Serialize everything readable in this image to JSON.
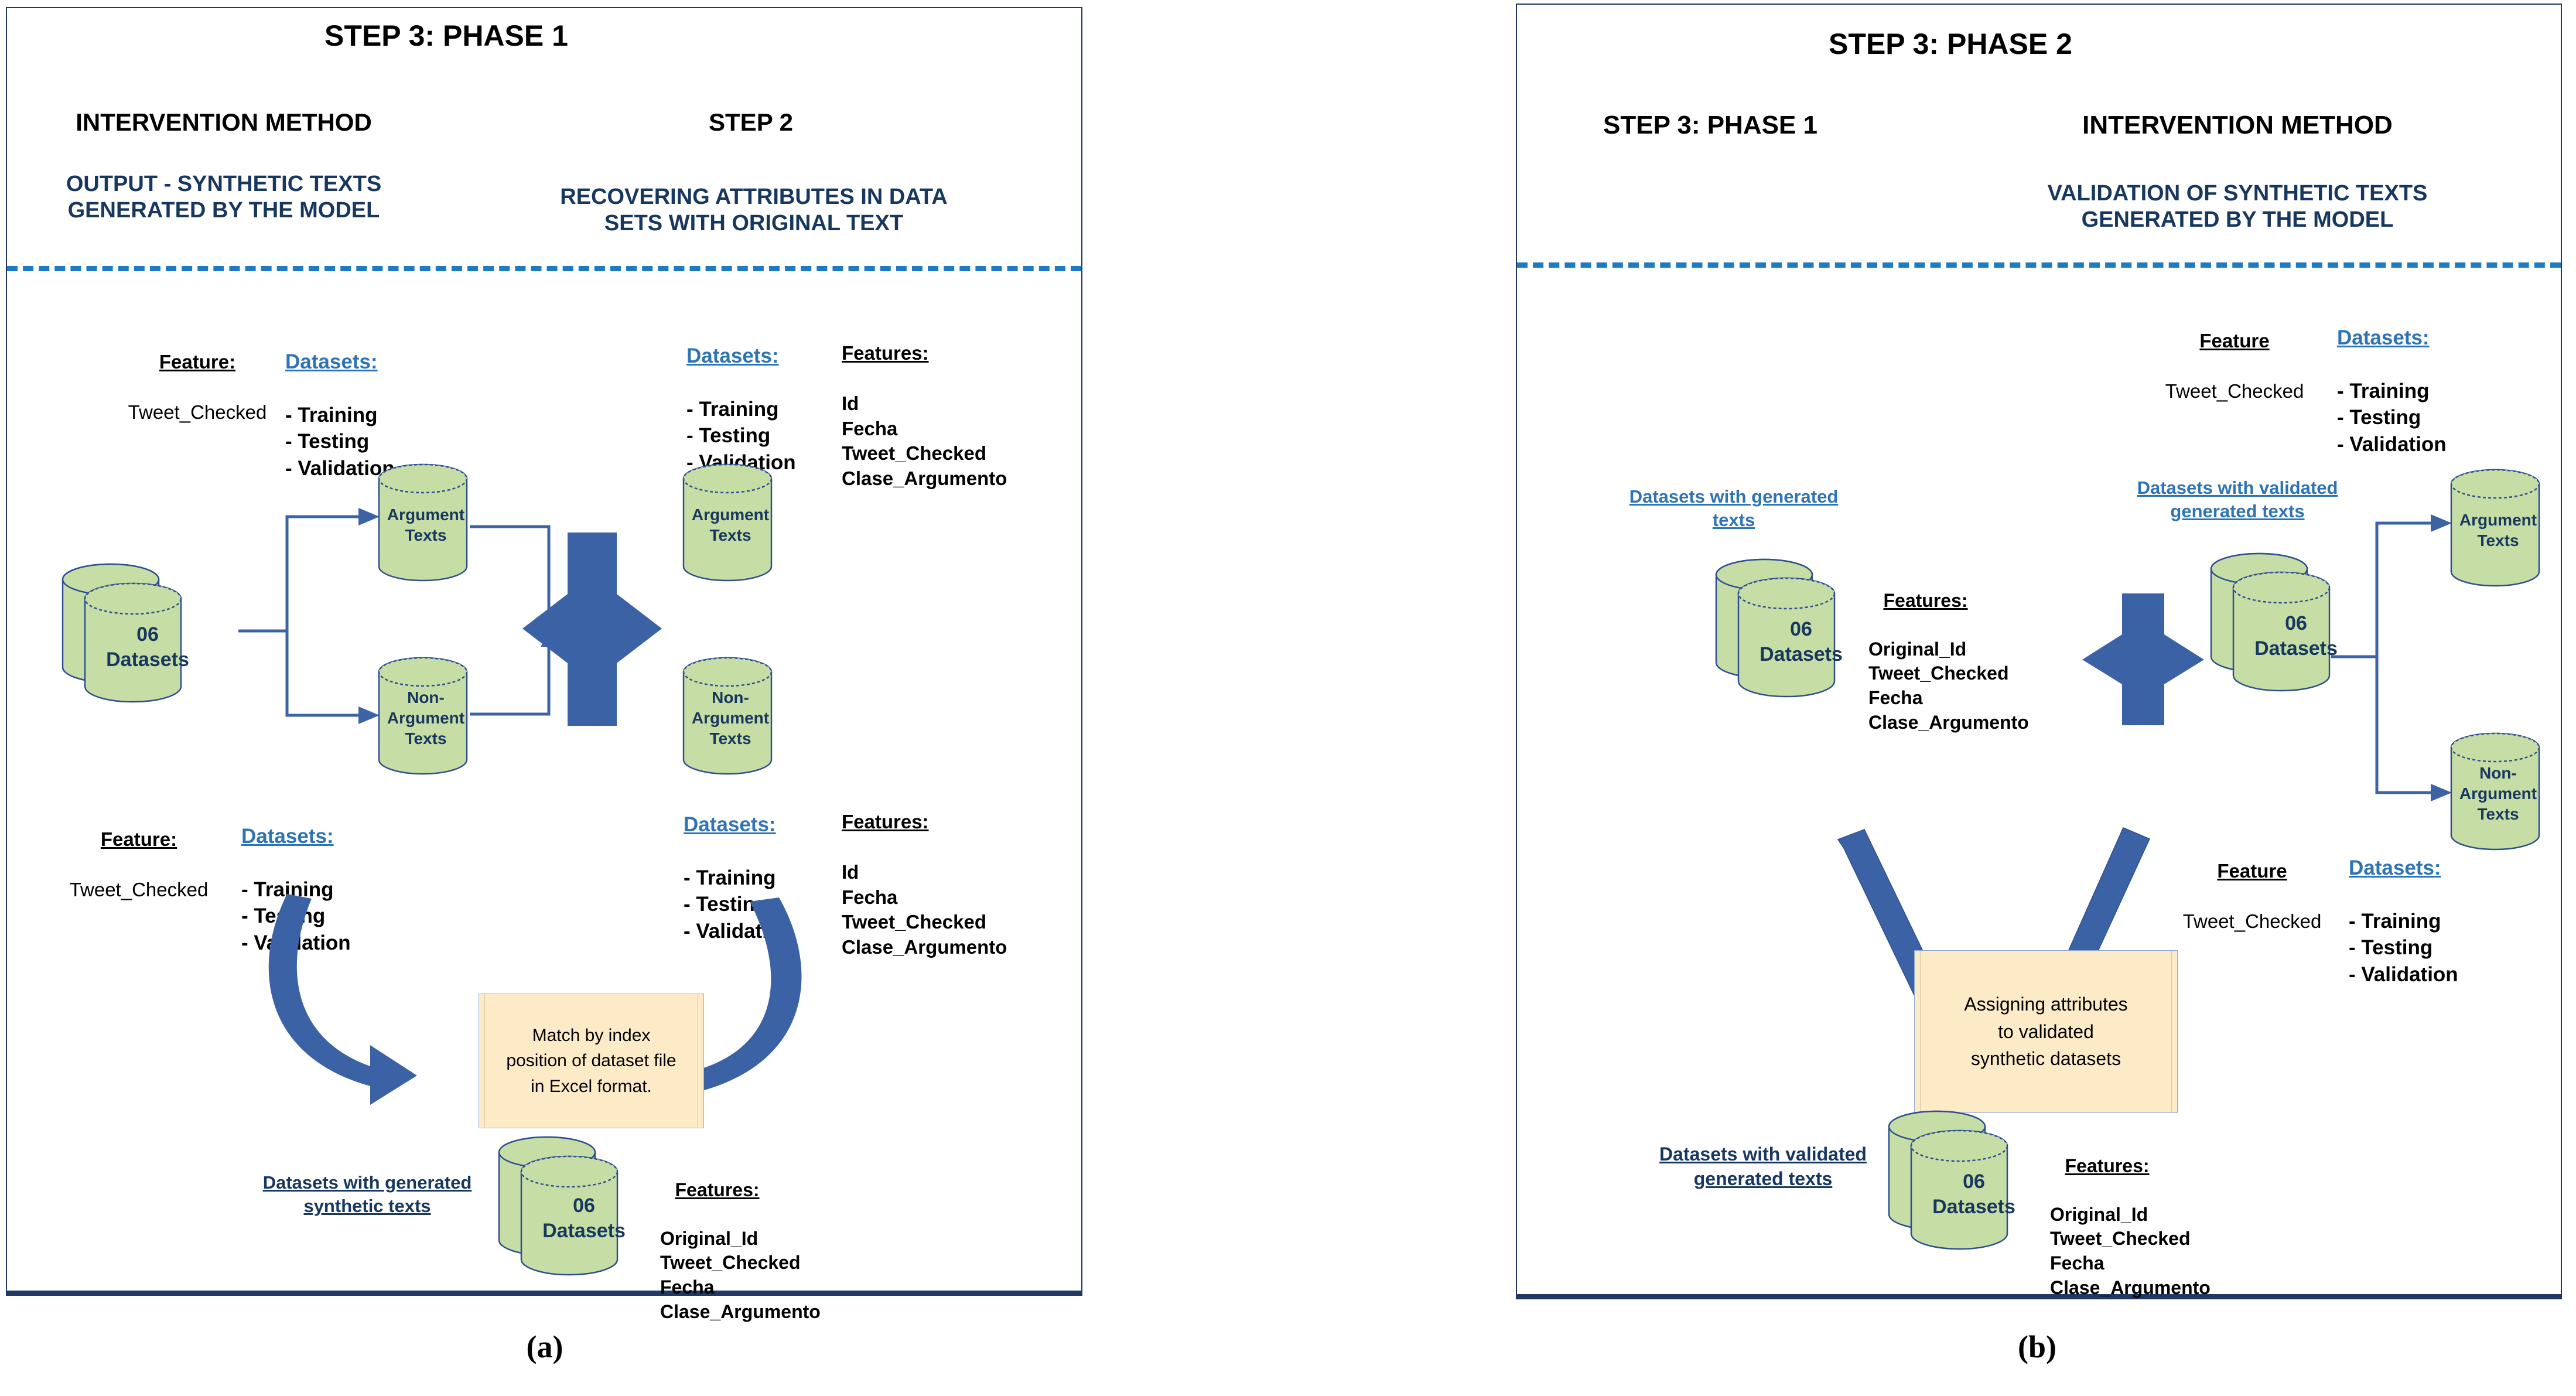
{
  "figure": {
    "subfigure_a_label": "(a)",
    "subfigure_b_label": "(b)",
    "colors": {
      "cylinder_fill": "#C6DEA6",
      "cylinder_stroke": "#2E4E8F",
      "arrow_blue": "#3C63A4",
      "thick_arrow_blue": "#3B62A5",
      "note_fill": "#FDEBC8",
      "navy_text": "#17375E",
      "link_blue": "#2E74B5",
      "panel_border": "#1F3864",
      "dash_blue": "#1F7BC1"
    }
  },
  "panel_a": {
    "title": "STEP 3: PHASE 1",
    "left_heading": "INTERVENTION METHOD",
    "left_subheading": "OUTPUT - SYNTHETIC TEXTS\nGENERATED BY THE MODEL",
    "right_heading": "STEP 2",
    "right_subheading": "RECOVERING ATTRIBUTES IN DATA\nSETS WITH ORIGINAL TEXT",
    "top_feature": {
      "head": "Feature:",
      "value": "Tweet_Checked"
    },
    "top_datasets": {
      "head": "Datasets:",
      "items": "- Training\n- Testing\n- Validation"
    },
    "top_right_datasets": {
      "head": "Datasets:",
      "items": "- Training\n- Testing\n- Validation"
    },
    "top_right_features": {
      "head": "Features:",
      "items": "Id\nFecha\nTweet_Checked\nClase_Argumento"
    },
    "bottom_feature": {
      "head": "Feature:",
      "value": "Tweet_Checked"
    },
    "bottom_datasets": {
      "head": "Datasets:",
      "items": "- Training\n- Testing\n- Validation"
    },
    "bottom_right_datasets": {
      "head": "Datasets:",
      "items": "- Training\n- Testing\n- Validation"
    },
    "bottom_right_features": {
      "head": "Features:",
      "items": "Id\nFecha\nTweet_Checked\nClase_Argumento"
    },
    "source_cylinder": "06\nDatasets",
    "argument_cylinder": "Argument\nTexts",
    "nonargument_cylinder": "Non-\nArgument\nTexts",
    "step2_argument_cylinder": "Argument\nTexts",
    "step2_nonargument_cylinder": "Non-\nArgument\nTexts",
    "note": "Match by index\nposition of dataset file\nin Excel format.",
    "result_label": "Datasets with generated\nsynthetic texts",
    "result_cylinder": "06\nDatasets",
    "result_features": {
      "head": "Features:",
      "items": "Original_Id\nTweet_Checked\nFecha\nClase_Argumento"
    }
  },
  "panel_b": {
    "title": "STEP 3: PHASE 2",
    "left_heading": "STEP 3: PHASE 1",
    "right_heading": "INTERVENTION METHOD",
    "right_subheading": "VALIDATION OF SYNTHETIC TEXTS\nGENERATED BY THE MODEL",
    "top_feature": {
      "head": "Feature",
      "value": "Tweet_Checked"
    },
    "top_datasets": {
      "head": "Datasets:",
      "items": "- Training\n- Testing\n- Validation"
    },
    "left_label": "Datasets with generated\ntexts",
    "left_cylinder": "06\nDatasets",
    "left_features": {
      "head": "Features:",
      "items": "Original_Id\nTweet_Checked\nFecha\nClase_Argumento"
    },
    "right_label": "Datasets with validated\ngenerated texts",
    "right_cylinder": "06\nDatasets",
    "argument_cylinder": "Argument\nTexts",
    "nonargument_cylinder": "Non-\nArgument\nTexts",
    "mid_feature": {
      "head": "Feature",
      "value": "Tweet_Checked"
    },
    "mid_datasets": {
      "head": "Datasets:",
      "items": "- Training\n- Testing\n- Validation"
    },
    "note": "Assigning attributes\nto validated\nsynthetic datasets",
    "result_label": "Datasets with validated\ngenerated texts",
    "result_cylinder": "06\nDatasets",
    "result_features": {
      "head": "Features:",
      "items": "Original_Id\nTweet_Checked\nFecha\nClase_Argumento"
    }
  }
}
